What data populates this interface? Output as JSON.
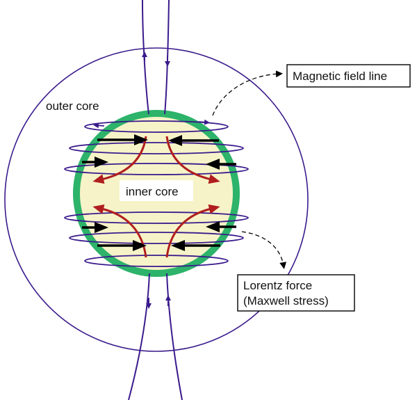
{
  "labels": {
    "outer_core": "outer core",
    "inner_core": "inner core",
    "magnetic_field_line": "Magnetic field line",
    "lorentz_force_line1": "Lorentz force",
    "lorentz_force_line2": "(Maxwell stress)"
  },
  "colors": {
    "field_line": "#3a1a8c",
    "inner_core_rim": "#2db36a",
    "inner_core_fill": "#f6f3c8",
    "flow_arrow": "#b01e1e",
    "force_arrow": "#000000",
    "outline": "#3a1a8c",
    "callout": "#000000"
  }
}
